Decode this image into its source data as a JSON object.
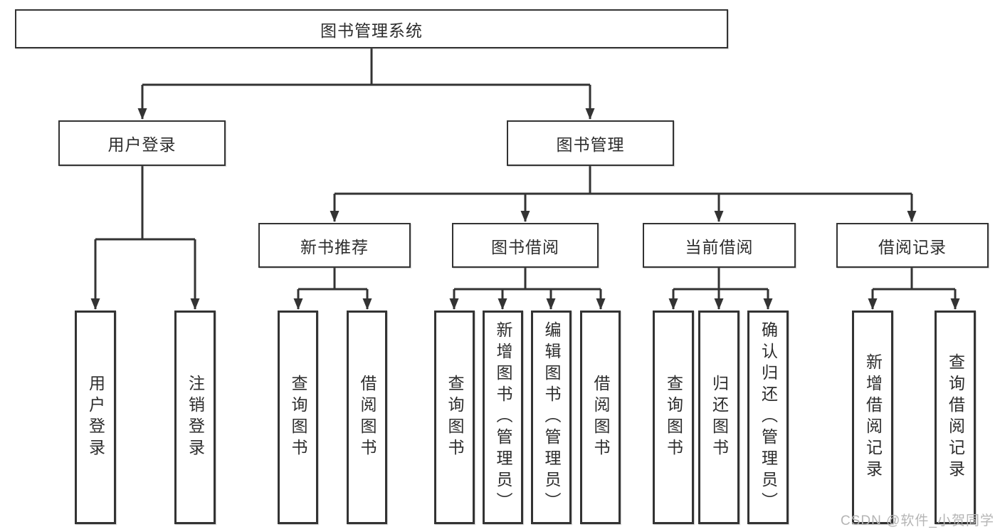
{
  "tree": {
    "root": "图书管理系统",
    "children": [
      {
        "label": "用户登录",
        "children": [
          "用户登录",
          "注销登录"
        ]
      },
      {
        "label": "图书管理",
        "children": [
          {
            "label": "新书推荐",
            "children": [
              "查询图书",
              "借阅图书"
            ]
          },
          {
            "label": "图书借阅",
            "children": [
              "查询图书",
              "新增图书（管理员）",
              "编辑图书（管理员）",
              "借阅图书"
            ]
          },
          {
            "label": "当前借阅",
            "children": [
              "查询图书",
              "归还图书",
              "确认归还（管理员）"
            ]
          },
          {
            "label": "借阅记录",
            "children": [
              "新增借阅记录",
              "查询借阅记录"
            ]
          }
        ]
      }
    ]
  },
  "watermark": "CSDN @软件_小贺同学",
  "colors": {
    "line": "#333333",
    "text": "#2d2d2d",
    "watermark": "#b5b5b5",
    "background": "#ffffff"
  }
}
